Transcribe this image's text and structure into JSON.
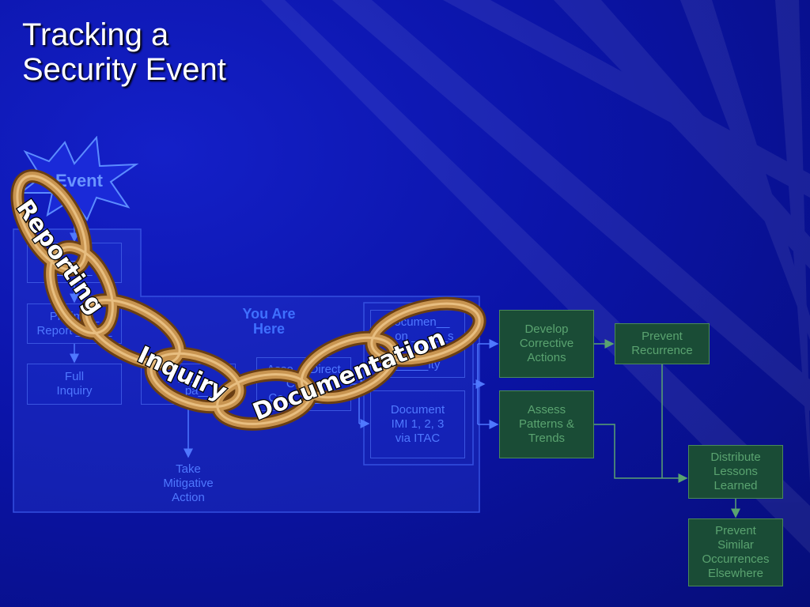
{
  "title": {
    "line1": "Tracking a",
    "line2": "Security Event"
  },
  "event_label": "Event",
  "you_are_here": "You Are\nHere",
  "chain": {
    "reporting": "Reporting",
    "inquiry": "Inquiry",
    "documentation": "Documentation"
  },
  "boxes": {
    "identify": "I___ &\n___i__",
    "preliminary": "Prelimi__\nReport __ ___",
    "full_inquiry": "Full\nInquiry",
    "assess_impact": "___\n___pa__",
    "assess_direct": "Asse__ Direct\nCau__\nCo___t___ns",
    "document_on": "Documen__\n__on ___ __s\n__ 4's\n_____ity",
    "document_imi": "Document\nIMI 1, 2, 3\nvia ITAC",
    "take_mitigative": "Take\nMitigative\nAction",
    "develop_corrective": "Develop\nCorrective\nActions",
    "prevent_recurrence": "Prevent\nRecurrence",
    "assess_patterns": "Assess\nPatterns &\nTrends",
    "distribute_lessons": "Distribute\nLessons\nLearned",
    "prevent_similar": "Prevent\nSimilar\nOccurrences\nElsewhere"
  },
  "colors": {
    "background": "#0b14a8",
    "blue_box": "#4f78ff",
    "green_box": "#1a4c36",
    "chain": "#b07a3a",
    "title": "#ffffff"
  }
}
